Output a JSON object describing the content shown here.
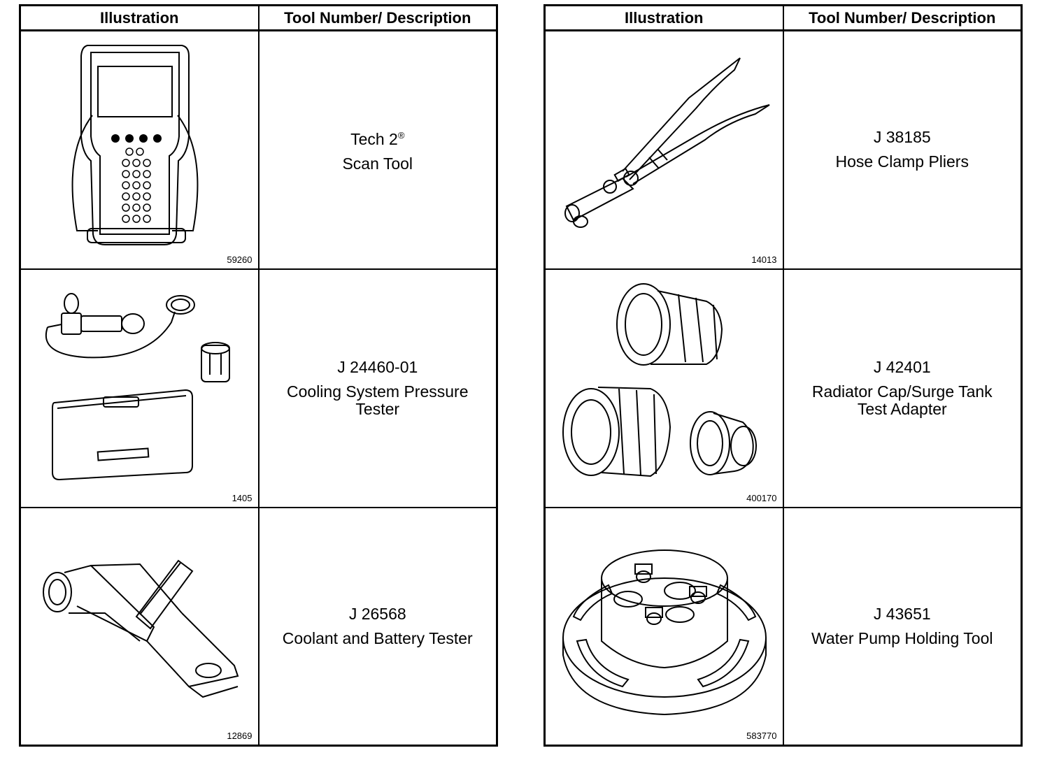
{
  "left_table": {
    "headers": {
      "illustration": "Illustration",
      "tool": "Tool Number/ Description"
    },
    "rows": [
      {
        "figure": "59260",
        "tool_number": "Tech 2",
        "tool_number_mark": "®",
        "description": "Scan Tool",
        "icon": "scan-tool-icon"
      },
      {
        "figure": "1405",
        "tool_number": "J 24460-01",
        "description": "Cooling System Pressure\nTester",
        "icon": "pressure-tester-icon"
      },
      {
        "figure": "12869",
        "tool_number": "J 26568",
        "description": "Coolant and Battery Tester",
        "icon": "coolant-tester-icon"
      }
    ]
  },
  "right_table": {
    "headers": {
      "illustration": "Illustration",
      "tool": "Tool Number/ Description"
    },
    "rows": [
      {
        "figure": "14013",
        "tool_number": "J 38185",
        "description": "Hose Clamp Pliers",
        "icon": "hose-clamp-pliers-icon"
      },
      {
        "figure": "400170",
        "tool_number": "J 42401",
        "description": "Radiator Cap/Surge Tank\nTest Adapter",
        "icon": "test-adapter-icon"
      },
      {
        "figure": "583770",
        "tool_number": "J 43651",
        "description": "Water Pump Holding Tool",
        "icon": "water-pump-holding-tool-icon"
      }
    ]
  }
}
